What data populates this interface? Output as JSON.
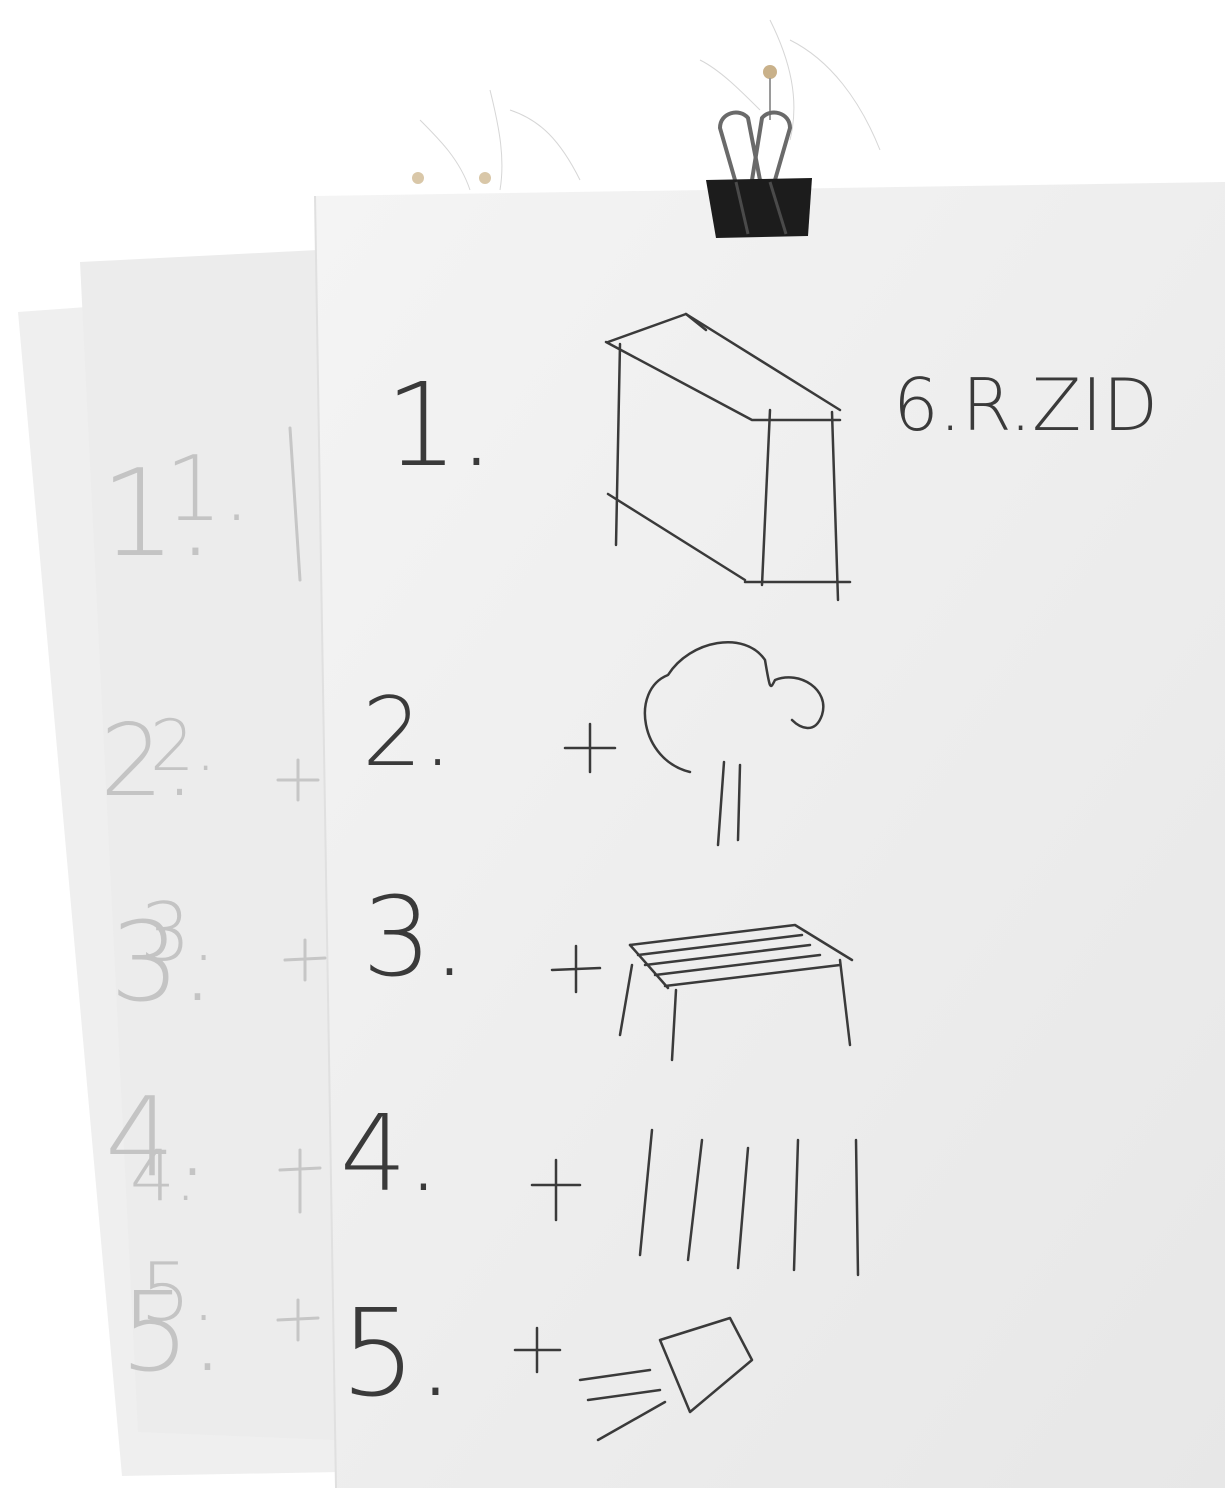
{
  "scene": {
    "description_free": true,
    "colors": {
      "background": "#ffffff",
      "sheet_front": "#f2f2f2",
      "sheet_mid": "#efefef",
      "sheet_back": "#eeeeee",
      "ink_front": "#3a3a3a",
      "ink_faded": "#bdbdbd",
      "clip": "#1c1c1c"
    }
  },
  "front_sheet": {
    "heading": "6.R.ZID",
    "numbers": [
      "1.",
      "2.",
      "3.",
      "4.",
      "5."
    ],
    "plus": "+"
  },
  "back_sheet": {
    "numbers_a": [
      "1.",
      "2.",
      "3.",
      "4.",
      "5."
    ],
    "numbers_b": [
      "1.",
      "2.",
      "3.",
      "4.",
      "5."
    ],
    "plus": "+"
  }
}
